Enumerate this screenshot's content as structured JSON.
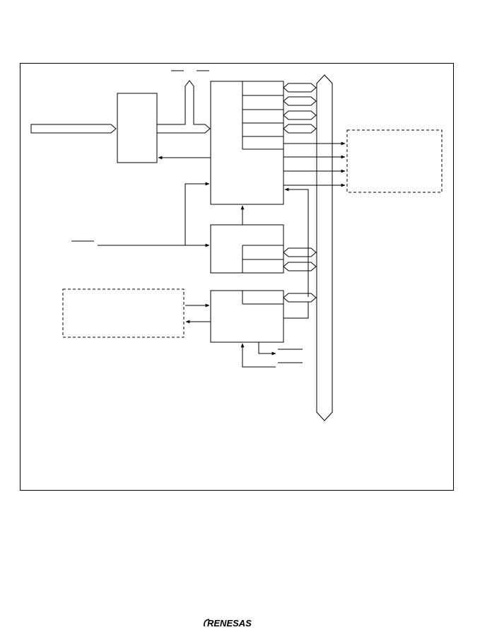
{
  "diagram": {
    "frame": "block-diagram-frame",
    "blocks": [
      "input-block",
      "main-control-block",
      "middle-control-block",
      "lower-control-block"
    ],
    "external_boxes": [
      "right-dashed-box",
      "left-dashed-box"
    ],
    "bus": "internal-data-bus"
  },
  "footer": {
    "logo_text": "RENESAS"
  },
  "colors": {
    "line": "#000000",
    "background": "#ffffff"
  }
}
